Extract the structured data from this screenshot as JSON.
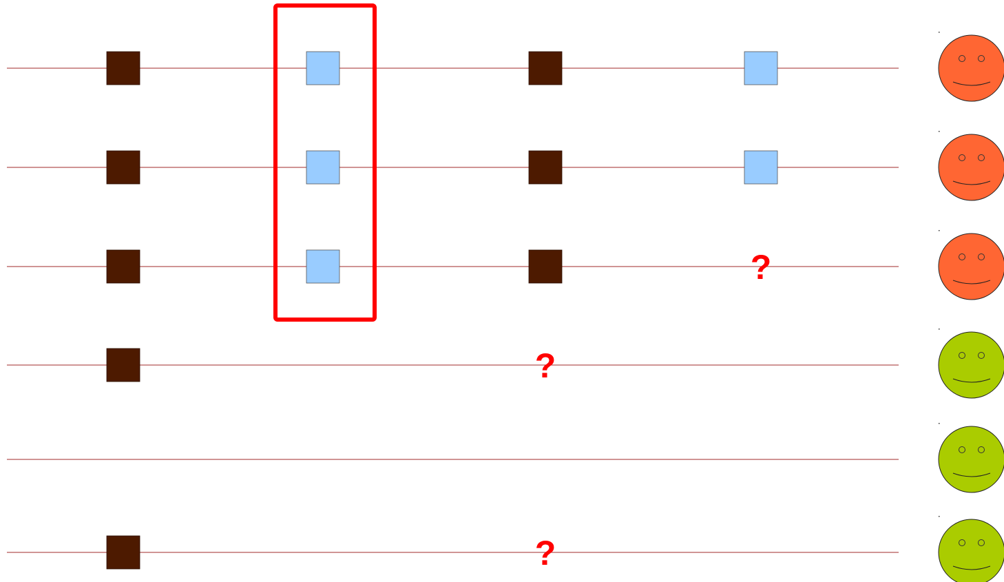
{
  "diagram": {
    "colors": {
      "line": "#a02828",
      "dark_square": "#4d1a00",
      "light_square": "#99ccff",
      "highlight": "#ff0000",
      "question": "#ff0000",
      "face_red": "#ff6633",
      "face_green": "#aacc00"
    },
    "question_mark": "?",
    "rows": [
      {
        "id": "row-1",
        "cells": [
          "dark",
          "light",
          "dark",
          "light"
        ],
        "face": "red"
      },
      {
        "id": "row-2",
        "cells": [
          "dark",
          "light",
          "dark",
          "light"
        ],
        "face": "red"
      },
      {
        "id": "row-3",
        "cells": [
          "dark",
          "light",
          "dark",
          "question"
        ],
        "face": "red"
      },
      {
        "id": "row-4",
        "cells": [
          "dark",
          "empty",
          "question",
          "empty"
        ],
        "face": "green"
      },
      {
        "id": "row-5",
        "cells": [
          "empty",
          "empty",
          "empty",
          "empty"
        ],
        "face": "green"
      },
      {
        "id": "row-6",
        "cells": [
          "dark",
          "empty",
          "question",
          "empty"
        ],
        "face": "green"
      }
    ],
    "highlight_column": 1,
    "highlight_rows": [
      0,
      2
    ]
  }
}
